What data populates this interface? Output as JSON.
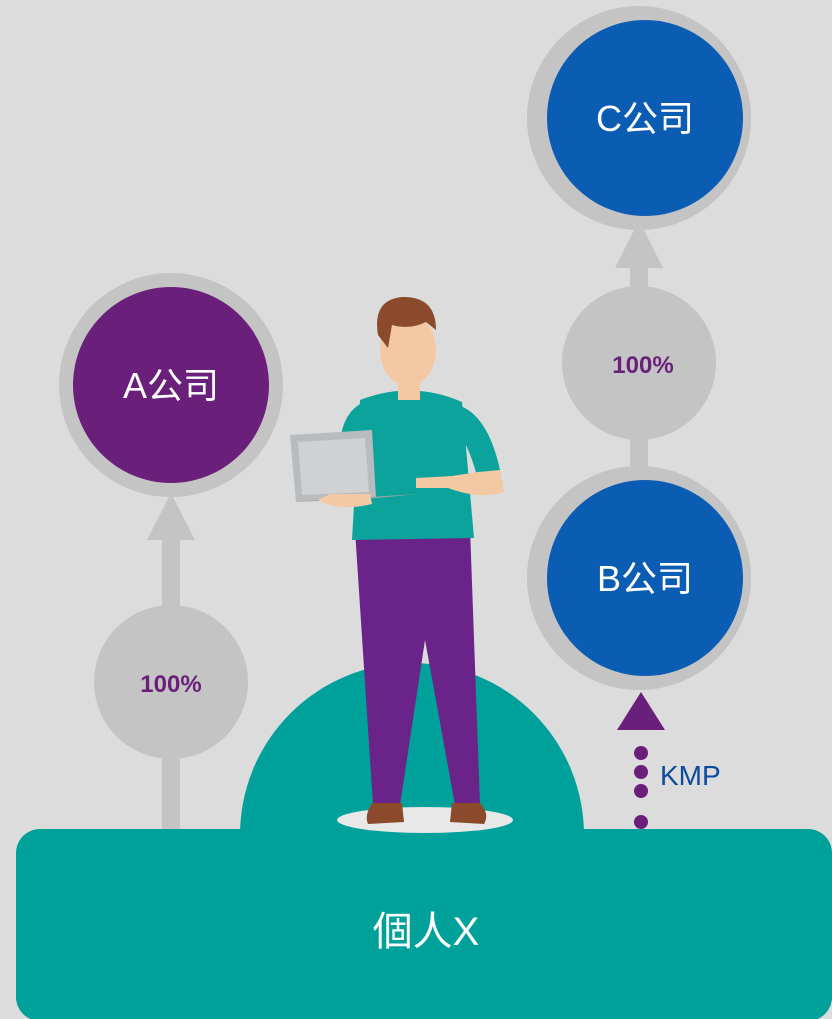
{
  "nodes": {
    "a_company": "A公司",
    "b_company": "B公司",
    "c_company": "C公司",
    "individual": "個人X"
  },
  "edges": {
    "x_to_a_share": "100%",
    "b_to_c_share": "100%",
    "x_to_b_relation": "KMP"
  },
  "colors": {
    "background": "#dcdcdc",
    "company_a": "#6a1f7a",
    "company_b_c": "#0b5cb3",
    "individual_base": "#00a19a",
    "connector": "#c4c4c4",
    "share_text": "#6a1f7a",
    "kmp_text": "#0b4a9c",
    "kmp_dots": "#6a1f7a"
  },
  "icons": [
    "person-with-laptop-illustration"
  ]
}
